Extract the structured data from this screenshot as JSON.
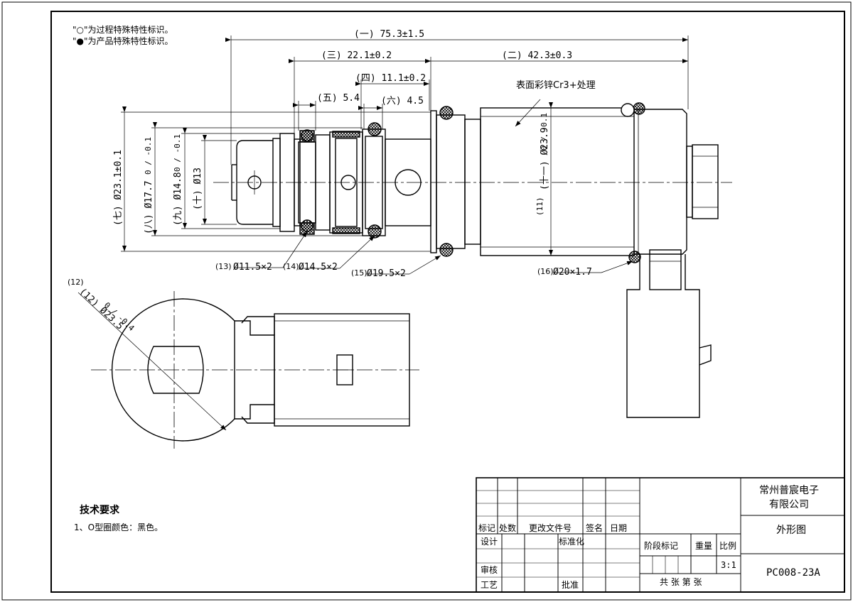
{
  "notes": {
    "line1": "\"○\"为过程特殊特性标识。",
    "line2": "\"●\"为产品特殊特性标识。"
  },
  "dimensions": {
    "overall_length": "(一) 75.3±1.5",
    "body_length": "(二) 42.3±0.3",
    "front_length": "(三) 22.1±0.2",
    "mid_length": "(四) 11.1±0.2",
    "groove_width_5": "(五) 5.4",
    "groove_width_6": "(六) 4.5",
    "dia_outer": "(七) Ø23.1±0.1",
    "dia_17": "(八) Ø17.7",
    "dia_17_tol": "0 / -0.1",
    "dia_14": "(九) Ø14.8",
    "dia_14_tol": "0 / -0.1",
    "dia_13": "(十) Ø13",
    "dia_body": "(十一) Ø23.9",
    "dia_body_tol": "0 / -0.1",
    "dia_side_view": "(12) Ø23.5",
    "dia_side_tol": "0 / -0.4"
  },
  "callouts": {
    "c13_num": "(13)",
    "c13": "Ø11.5×2",
    "c14_num": "(14)",
    "c14": "Ø14.5×2",
    "c15_num": "(15)",
    "c15": "Ø19.5×2",
    "c16_num": "(16)",
    "c16": "Ø20×1.7",
    "c11": "(11)",
    "c12": "(12)",
    "surface": "表面彩锌Cr3+处理"
  },
  "tech_req": {
    "title": "技术要求",
    "item1": "1、O型圈颜色：黑色。"
  },
  "title_block": {
    "company_line1": "常州普宸电子",
    "company_line2": "有限公司",
    "drawing_name": "外形图",
    "drawing_no": "PC008-23A",
    "mark": "标记",
    "count": "处数",
    "change_doc": "更改文件号",
    "sign": "签名",
    "date": "日期",
    "design": "设计",
    "standardize": "标准化",
    "review": "审核",
    "process": "工艺",
    "approve": "批准",
    "stage_mark": "阶段标记",
    "weight": "重量",
    "scale_label": "比例",
    "scale_value": "3:1",
    "sheets": "共  张  第  张"
  }
}
